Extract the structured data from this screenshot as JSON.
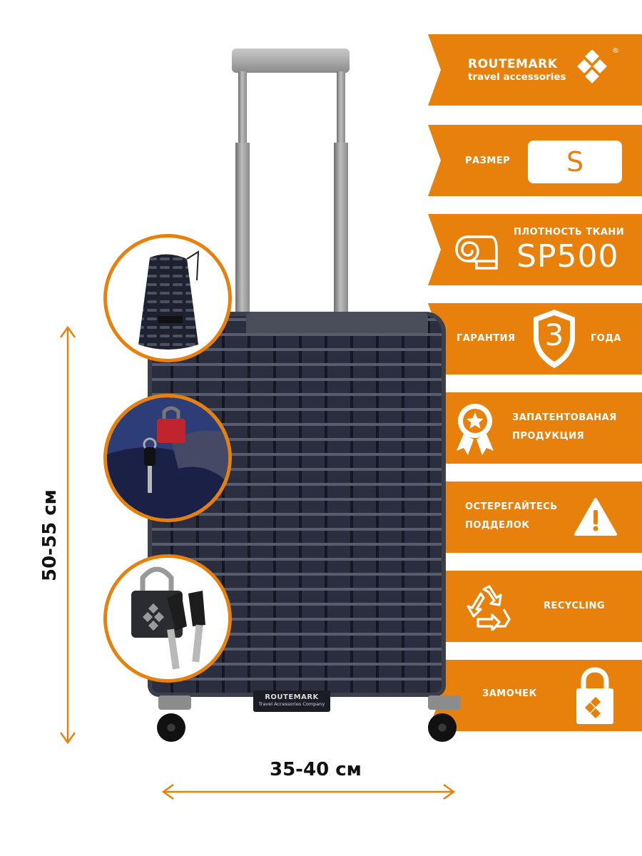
{
  "brand": {
    "logo_name": "ROUTEMARK",
    "logo_tagline": "travel accessories",
    "registered_mark": "®",
    "case_label_name": "ROUTEMARK",
    "case_label_tagline": "Travel Accessories Company"
  },
  "features": {
    "size": {
      "label": "РАЗМЕР",
      "value": "S"
    },
    "density": {
      "label": "ПЛОТНОСТЬ ТКАНИ",
      "value": "SP500",
      "icon": "fabric-roll-icon"
    },
    "warranty": {
      "label_left": "ГАРАНТИЯ",
      "value": "3",
      "label_right": "ГОДА",
      "icon": "shield-icon"
    },
    "patent": {
      "line1": "ЗАПАТЕНТОВАНАЯ",
      "line2": "ПРОДУКЦИЯ",
      "icon": "award-medal-icon"
    },
    "fakes": {
      "line1": "ОСТЕРЕГАЙТЕСЬ",
      "line2": "ПОДДЕЛОК",
      "icon": "warning-icon"
    },
    "recycling": {
      "label": "RECYCLING",
      "icon": "recycle-icon"
    },
    "lock": {
      "label": "ЗАМОЧЕК",
      "icon": "padlock-icon"
    }
  },
  "dimensions": {
    "height": "50-55 см",
    "width": "35-40 см"
  },
  "colors": {
    "accent": "#e8810c",
    "text_dark": "#111111",
    "case_pattern": "#1f2230"
  }
}
